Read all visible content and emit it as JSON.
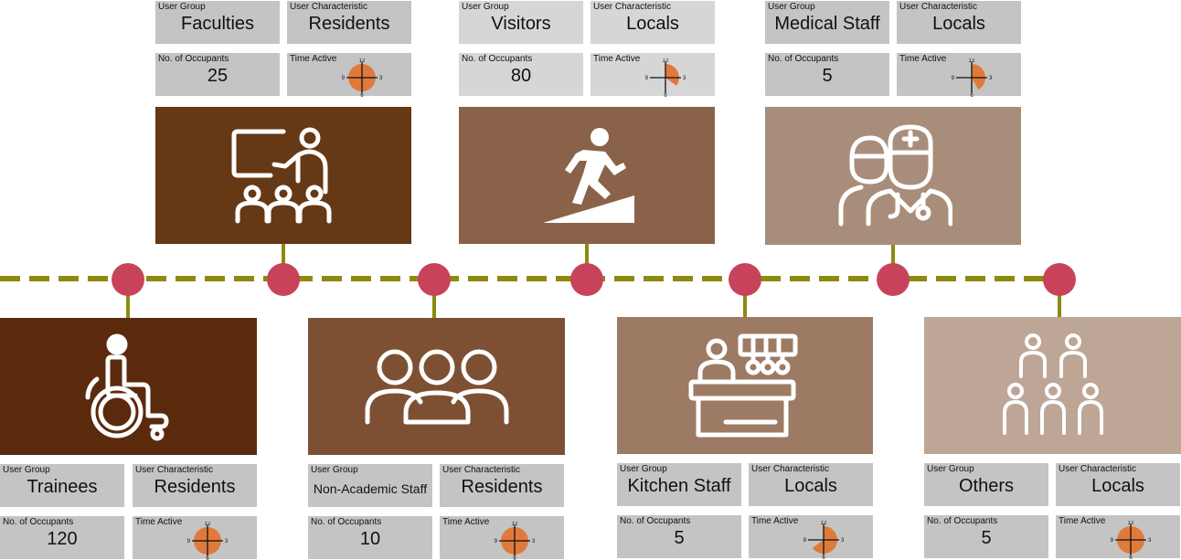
{
  "captions": {
    "user_group": "User Group",
    "user_characteristic": "User Characteristic",
    "occupants": "No. of Occupants",
    "time_active": "Time Active"
  },
  "clock_labels": {
    "twelve": "12",
    "three": "3",
    "six": "6",
    "nine": "9"
  },
  "colors": {
    "timeline": "#8d8a10",
    "node": "#c8435a",
    "clock_fill": "#e07a3b",
    "cell_dark": "#c4c4c4",
    "cell_light": "#d6d6d6"
  },
  "groups": [
    {
      "user_group": "Faculties",
      "characteristic": "Residents",
      "occupants": "25",
      "active_fraction": 1.0,
      "icon": "teacher-presenting-icon",
      "color": "#653816"
    },
    {
      "user_group": "Visitors",
      "characteristic": "Locals",
      "occupants": "80",
      "active_fraction": 0.35,
      "icon": "person-climbing-icon",
      "color": "#8a6249"
    },
    {
      "user_group": "Medical Staff",
      "characteristic": "Locals",
      "occupants": "5",
      "active_fraction": 0.42,
      "icon": "doctor-nurse-icon",
      "color": "#a88e7a"
    },
    {
      "user_group": "Trainees",
      "characteristic": "Residents",
      "occupants": "120",
      "active_fraction": 1.0,
      "icon": "wheelchair-icon",
      "color": "#5b2a0c"
    },
    {
      "user_group": "Non-Academic Staff",
      "characteristic": "Residents",
      "occupants": "10",
      "active_fraction": 1.0,
      "icon": "group-people-icon",
      "color": "#7e5033"
    },
    {
      "user_group": "Kitchen Staff",
      "characteristic": "Locals",
      "occupants": "5",
      "active_fraction": 0.65,
      "icon": "reception-desk-icon",
      "color": "#9d7a63"
    },
    {
      "user_group": "Others",
      "characteristic": "Locals",
      "occupants": "5",
      "active_fraction": 1.0,
      "icon": "crowd-icon",
      "color": "#bda696"
    }
  ]
}
